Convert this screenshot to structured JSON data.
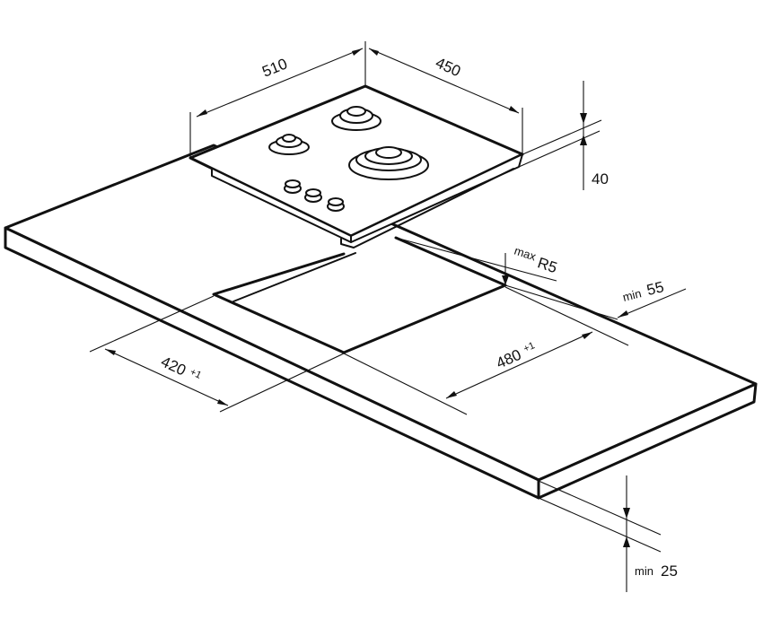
{
  "dimensions": {
    "hob_width": "510",
    "hob_depth": "450",
    "hob_height": "40",
    "cutout_depth": "420",
    "cutout_depth_tol": "+1",
    "cutout_width": "480",
    "cutout_width_tol": "+1",
    "corner_radius_prefix": "max",
    "corner_radius": "R5",
    "edge_margin_prefix": "min",
    "edge_margin": "55",
    "worktop_thickness_prefix": "min",
    "worktop_thickness": "25"
  }
}
